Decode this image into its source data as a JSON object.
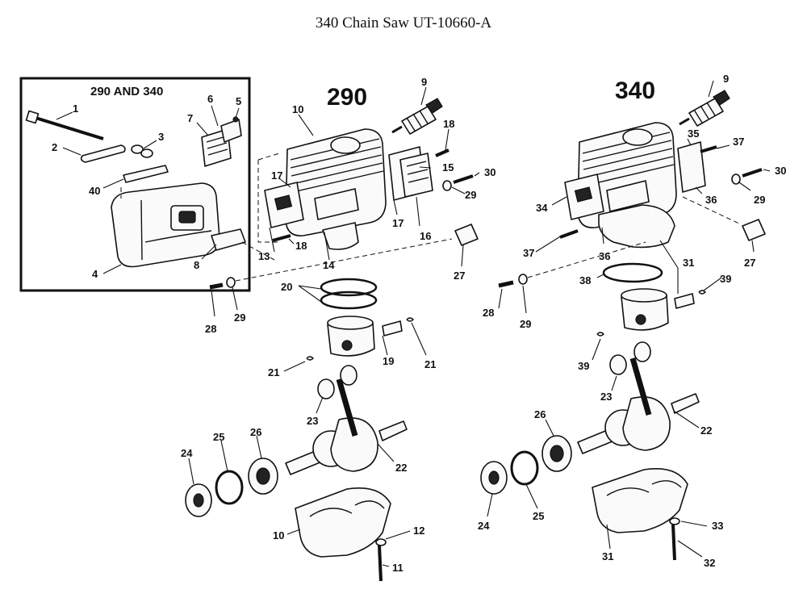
{
  "title": "340 Chain Saw UT-10660-A",
  "inset": {
    "title": "290 AND 340"
  },
  "models": {
    "left": "290",
    "right": "340"
  },
  "callouts": {
    "c1": "1",
    "c2": "2",
    "c3": "3",
    "c4": "4",
    "c5": "5",
    "c6": "6",
    "c7": "7",
    "c8": "8",
    "c40": "40",
    "L9": "9",
    "L10": "10",
    "L13": "13",
    "L14": "14",
    "L15": "15",
    "L16": "16",
    "L17a": "17",
    "L17b": "17",
    "L18a": "18",
    "L18b": "18",
    "L20": "20",
    "L19": "19",
    "L21a": "21",
    "L21b": "21",
    "L23": "23",
    "L22": "22",
    "L24": "24",
    "L25": "25",
    "L26": "26",
    "L27": "27",
    "L28": "28",
    "L29a": "29",
    "L29b": "29",
    "L30": "30",
    "L10b": "10",
    "L11": "11",
    "L12": "12",
    "R9": "9",
    "R35": "35",
    "R37a": "37",
    "R37b": "37",
    "R30": "30",
    "R29a": "29",
    "R36a": "36",
    "R36b": "36",
    "R34": "34",
    "R31a": "31",
    "R31b": "31",
    "R38": "38",
    "R39a": "39",
    "R39b": "39",
    "R27": "27",
    "R28": "28",
    "R29b": "29",
    "R23": "23",
    "R22": "22",
    "R26": "26",
    "R24": "24",
    "R25": "25",
    "R33": "33",
    "R32": "32"
  }
}
